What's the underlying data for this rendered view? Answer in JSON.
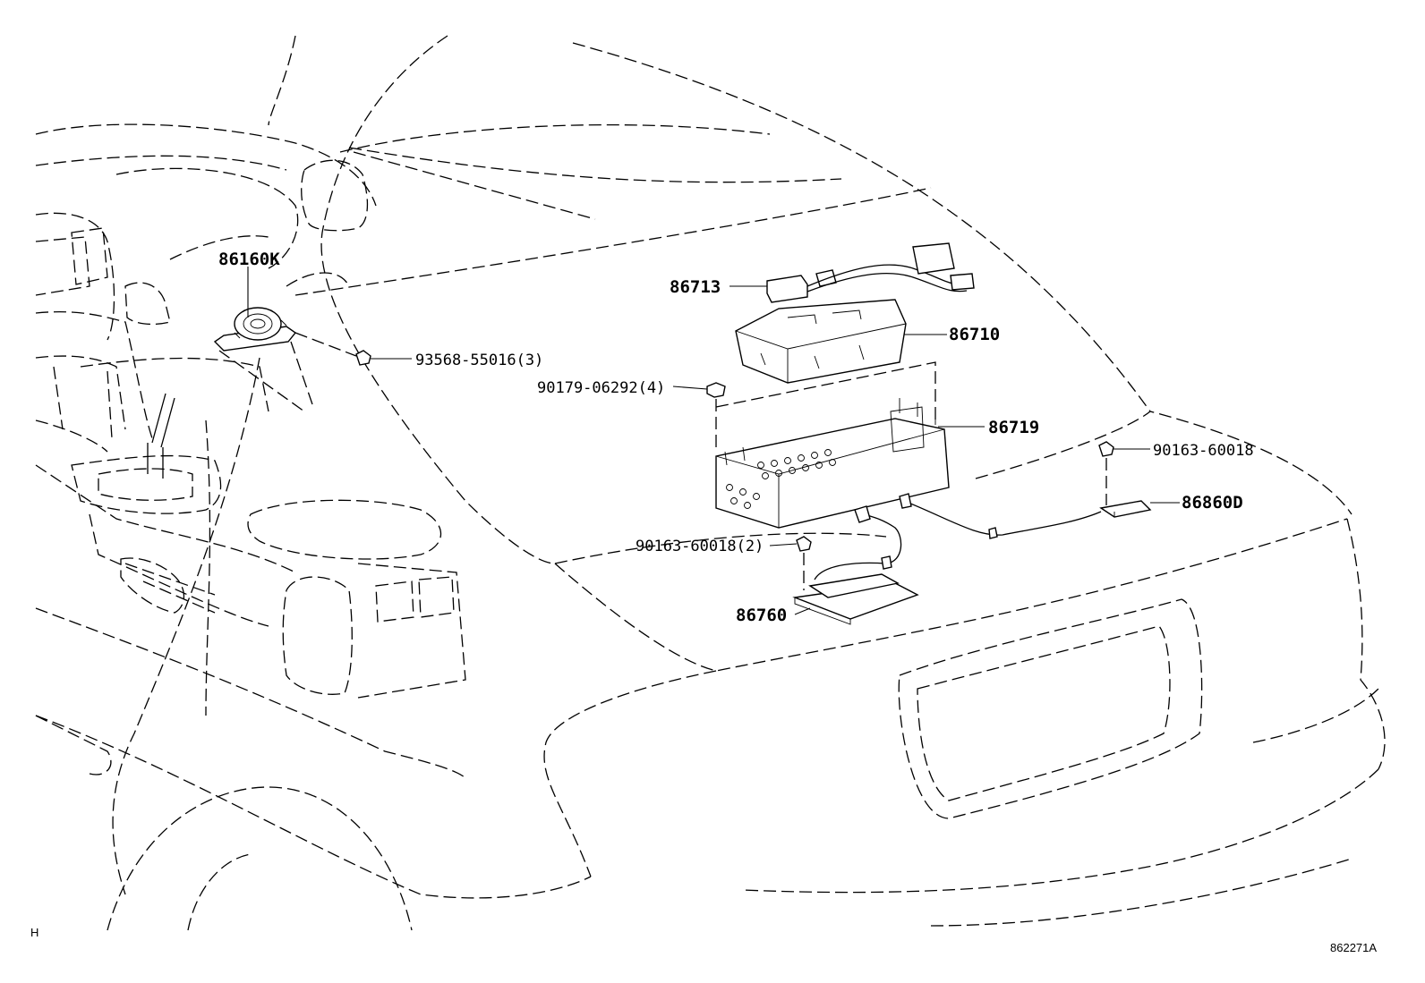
{
  "labels": {
    "p86160K": "86160K",
    "p93568": "93568-55016(3)",
    "p86713": "86713",
    "p86710": "86710",
    "p90179": "90179-06292(4)",
    "p86719": "86719",
    "p90163a": "90163-60018",
    "p86860D": "86860D",
    "p90163b": "90163-60018(2)",
    "p86760": "86760"
  },
  "footer": {
    "left_mark": "H",
    "figure_code": "862271A"
  }
}
